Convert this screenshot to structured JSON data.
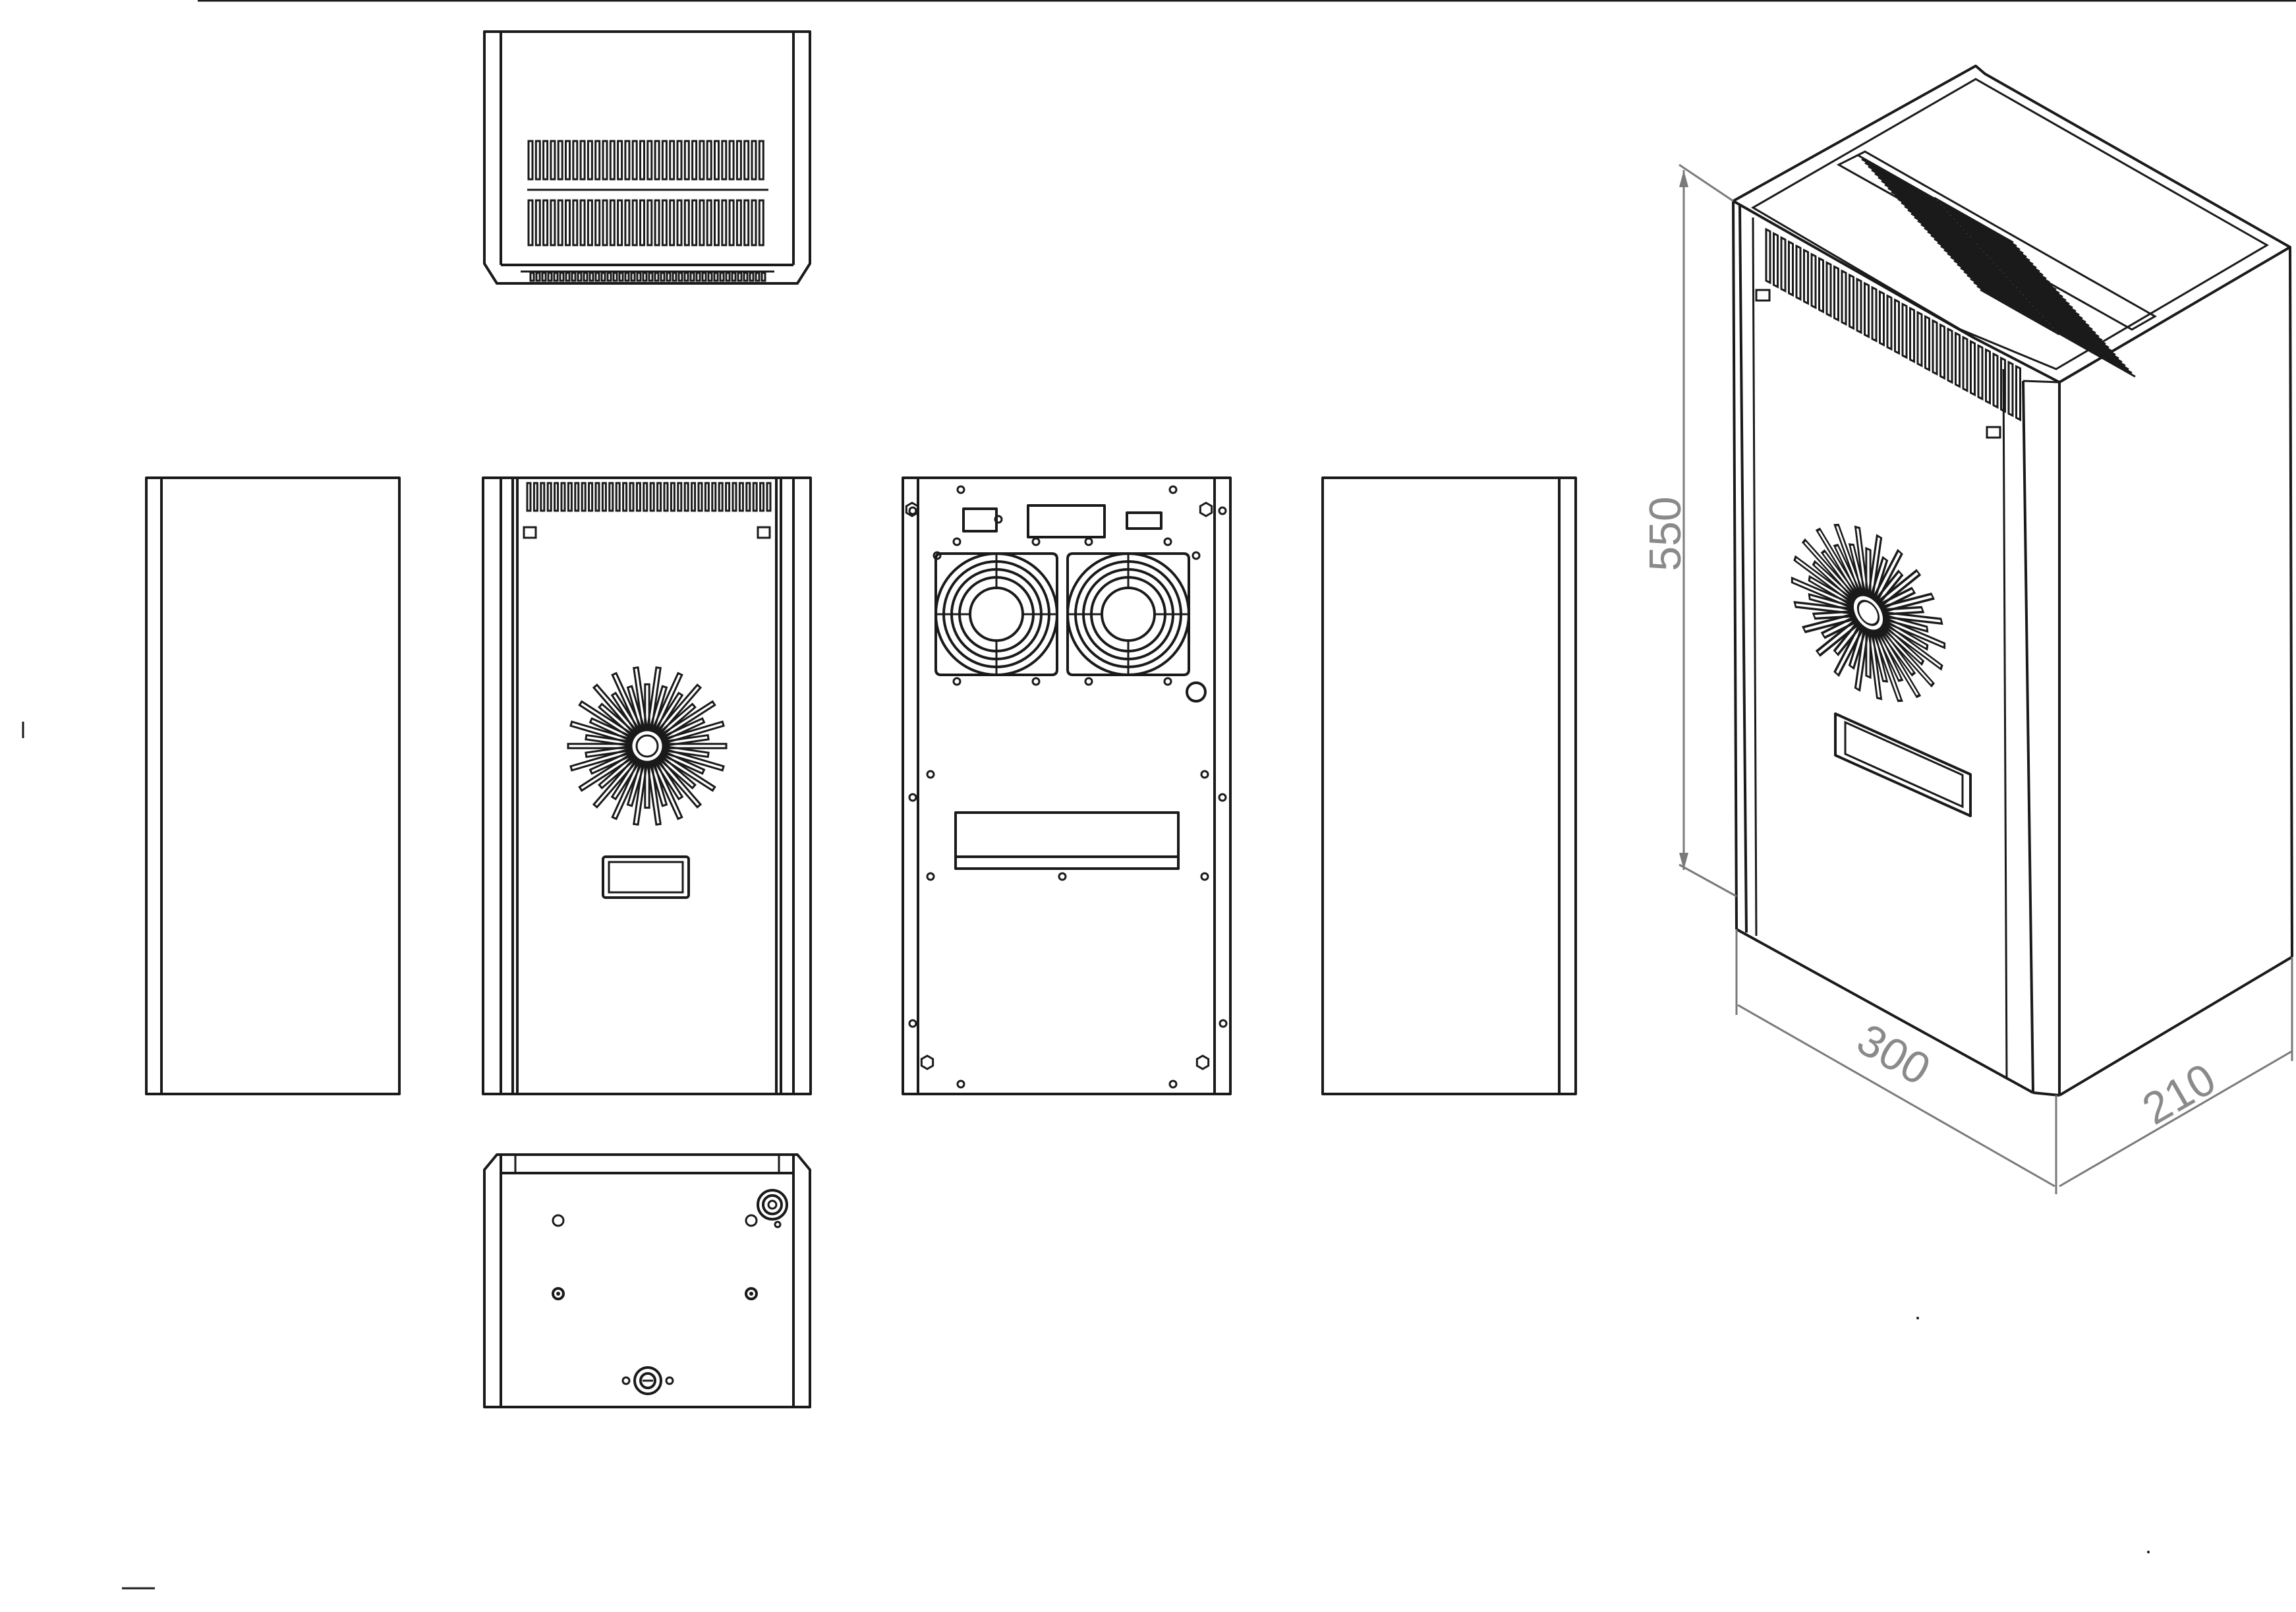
{
  "dimensions": {
    "height": "550",
    "width": "300",
    "depth": "210"
  },
  "colors": {
    "line": "#1a1a1a",
    "dimension_line": "#7a7a7a",
    "dimension_text": "#8a8a8a",
    "background": "#ffffff"
  }
}
